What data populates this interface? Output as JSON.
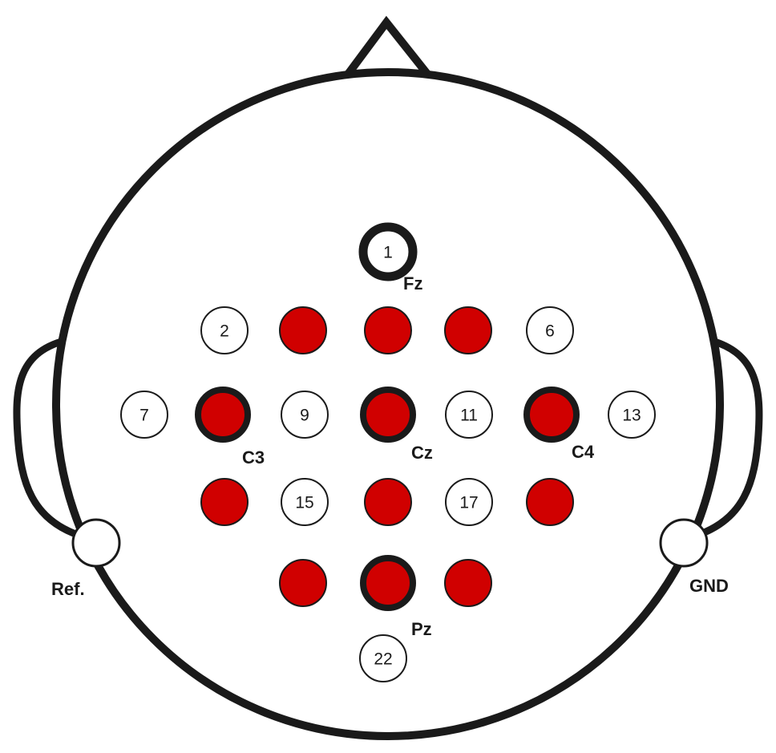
{
  "colors": {
    "active_fill": "#d00000",
    "inactive_fill": "#ffffff",
    "outline": "#1a1a1a"
  },
  "labels": {
    "fz": "Fz",
    "c3": "C3",
    "cz": "Cz",
    "c4": "C4",
    "pz": "Pz",
    "ref": "Ref.",
    "gnd": "GND"
  },
  "electrodes": [
    {
      "id": "1",
      "text": "1",
      "active": false,
      "emphasized": true,
      "label_key": "fz"
    },
    {
      "id": "2",
      "text": "2",
      "active": false,
      "emphasized": false
    },
    {
      "id": "3",
      "text": "",
      "active": true,
      "emphasized": false
    },
    {
      "id": "4",
      "text": "",
      "active": true,
      "emphasized": false
    },
    {
      "id": "5",
      "text": "",
      "active": true,
      "emphasized": false
    },
    {
      "id": "6",
      "text": "6",
      "active": false,
      "emphasized": false
    },
    {
      "id": "7",
      "text": "7",
      "active": false,
      "emphasized": false
    },
    {
      "id": "8",
      "text": "",
      "active": true,
      "emphasized": true,
      "label_key": "c3"
    },
    {
      "id": "9",
      "text": "9",
      "active": false,
      "emphasized": false
    },
    {
      "id": "10",
      "text": "",
      "active": true,
      "emphasized": true,
      "label_key": "cz"
    },
    {
      "id": "11",
      "text": "11",
      "active": false,
      "emphasized": false
    },
    {
      "id": "12",
      "text": "",
      "active": true,
      "emphasized": true,
      "label_key": "c4"
    },
    {
      "id": "13",
      "text": "13",
      "active": false,
      "emphasized": false
    },
    {
      "id": "14",
      "text": "",
      "active": true,
      "emphasized": false
    },
    {
      "id": "15",
      "text": "15",
      "active": false,
      "emphasized": false
    },
    {
      "id": "16",
      "text": "",
      "active": true,
      "emphasized": false
    },
    {
      "id": "17",
      "text": "17",
      "active": false,
      "emphasized": false
    },
    {
      "id": "18",
      "text": "",
      "active": true,
      "emphasized": false
    },
    {
      "id": "19",
      "text": "",
      "active": true,
      "emphasized": false
    },
    {
      "id": "20",
      "text": "",
      "active": true,
      "emphasized": true,
      "label_key": "pz"
    },
    {
      "id": "21",
      "text": "",
      "active": true,
      "emphasized": false
    },
    {
      "id": "22",
      "text": "22",
      "active": false,
      "emphasized": false
    }
  ]
}
